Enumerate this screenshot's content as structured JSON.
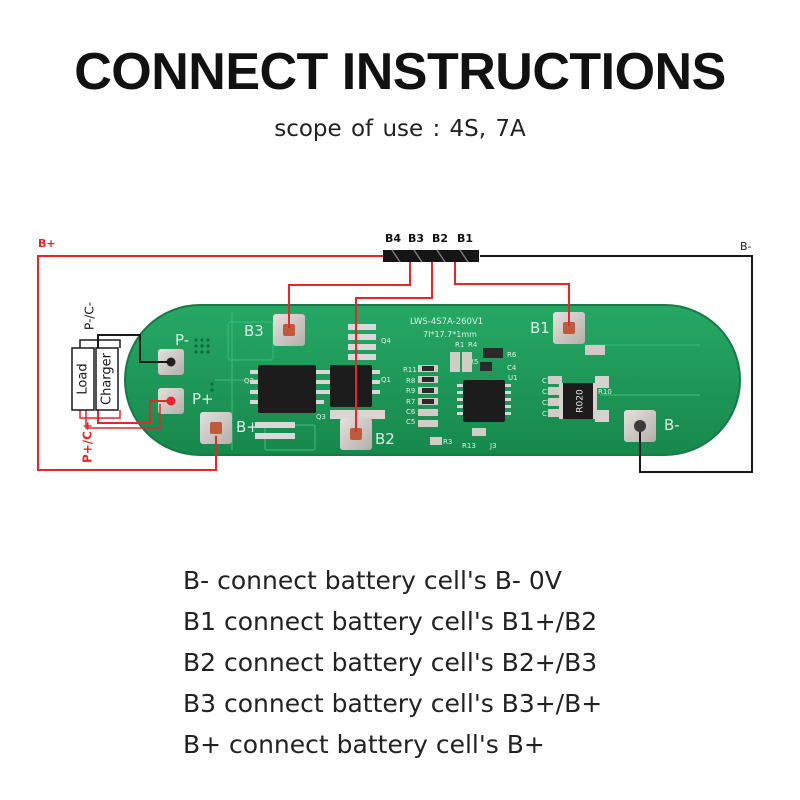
{
  "header": {
    "title": "CONNECT INSTRUCTIONS",
    "subtitle": "scope of use : 4S,   7A"
  },
  "wires": {
    "b_plus": "B+",
    "b_minus": "B-",
    "connector": [
      "B4",
      "B3",
      "B2",
      "B1"
    ],
    "p_minus_c_minus": "P-/C-",
    "p_plus_c_plus": "P+/C+",
    "load": "Load",
    "charger": "Charger"
  },
  "board": {
    "model": "LWS-4S7A-260V1",
    "size": "7I*17.7*1mm",
    "pad_b3": "B3",
    "pad_b1": "B1",
    "pad_b2": "B2",
    "pad_b_plus": "B+",
    "pad_b_minus": "B-",
    "pad_p_minus": "P-",
    "pad_p_plus": "P+",
    "sense_resistor": "R020",
    "components": {
      "q4": "Q4",
      "q2": "Q2",
      "q1": "Q1",
      "q3": "Q3",
      "r1": "R1",
      "r4": "R4",
      "r6": "R6",
      "r5": "R5",
      "c4": "C4",
      "u1": "U1",
      "r11": "R11",
      "r8": "R8",
      "r9": "R9",
      "r7": "R7",
      "c6": "C6",
      "c5": "C5",
      "c7": "C7",
      "c3": "C3",
      "c2": "C2",
      "c1": "C1",
      "r3": "R3",
      "r13": "R13",
      "j3": "J3",
      "r10": "R10"
    }
  },
  "notes": [
    "B- connect battery cell's B- 0V",
    "B1 connect battery cell's B1+/B2",
    "B2 connect battery cell's B2+/B3",
    "B3 connect battery cell's B3+/B+",
    "B+ connect battery cell's B+"
  ],
  "colors": {
    "red_wire": "#e8252a",
    "black_wire": "#1a1a1a",
    "pcb_green": "#1f9a5a",
    "pad": "#c9c4c0",
    "pad_core": "#c05a3a"
  }
}
